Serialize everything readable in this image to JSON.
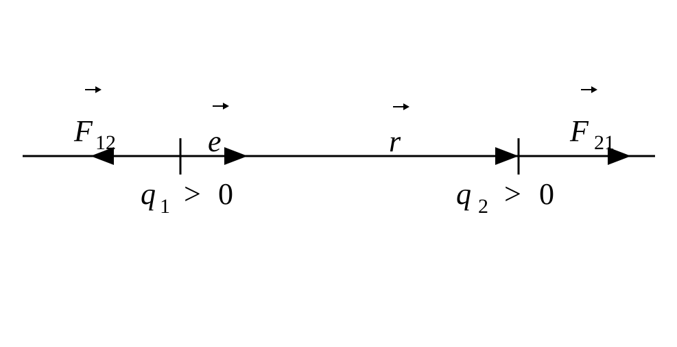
{
  "diagram": {
    "force_left": {
      "symbol": "F",
      "subscript": "12"
    },
    "unit_vector": {
      "symbol": "e"
    },
    "distance_vector": {
      "symbol": "r"
    },
    "force_right": {
      "symbol": "F",
      "subscript": "21"
    },
    "charge_1": {
      "symbol": "q",
      "subscript": "1",
      "relation": ">",
      "value": "0"
    },
    "charge_2": {
      "symbol": "q",
      "subscript": "2",
      "relation": ">",
      "value": "0"
    },
    "colors": {
      "ink": "#000000",
      "background": "#ffffff"
    }
  }
}
